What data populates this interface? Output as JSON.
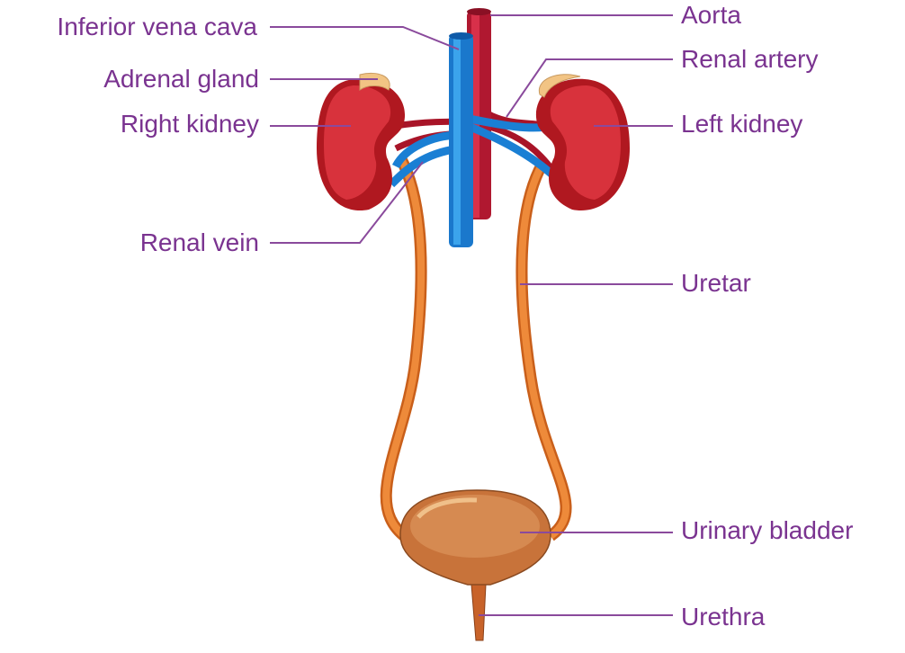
{
  "labels": {
    "aorta": "Aorta",
    "ivc": "Inferior vena cava",
    "renal_artery": "Renal artery",
    "adrenal_gland": "Adrenal gland",
    "right_kidney": "Right kidney",
    "left_kidney": "Left kidney",
    "renal_vein": "Renal vein",
    "ureter": "Uretar",
    "bladder": "Urinary bladder",
    "urethra": "Urethra"
  },
  "colors": {
    "label": "#7a3390",
    "kidney": "#c8202e",
    "artery": "#b01830",
    "vein": "#1a7fd4",
    "ureter": "#e07828",
    "bladder": "#c8733a",
    "adrenal": "#f2c484"
  }
}
